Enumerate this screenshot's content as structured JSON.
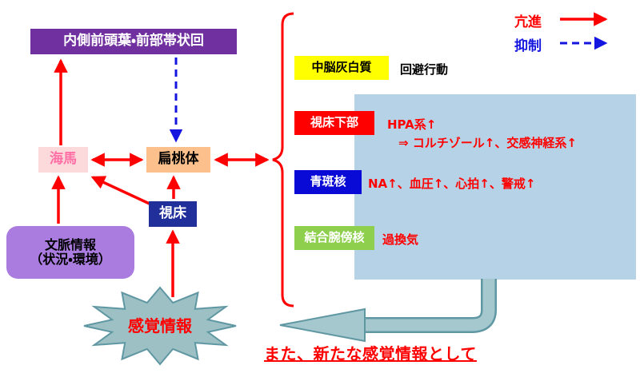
{
  "legend": {
    "excite": "亢進",
    "inhibit": "抑制"
  },
  "nodes": {
    "mpfc": "内側前頭葉・前部帯状回",
    "hippocampus": "海馬",
    "amygdala": "扁桃体",
    "thalamus": "視床",
    "context_line1": "文脈情報",
    "context_line2": "（状況・環境）",
    "sensory": "感覚情報"
  },
  "outputs": {
    "pag_label": "中脳灰白質",
    "pag_effect": "回避行動",
    "hypo_label": "視床下部",
    "hypo_effect1": "HPA系↑",
    "hypo_effect2": "⇒ コルチゾール↑、交感神経系↑",
    "lc_label": "青斑核",
    "lc_effect": "NA↑、血圧↑、心拍↑、警戒↑",
    "pb_label": "結合腕傍核",
    "pb_effect": "過換気"
  },
  "footer": {
    "note": "また、新たな感覚情報として"
  },
  "colors": {
    "excite_arrow": "#ff0000",
    "inhibit_arrow": "#1515e0",
    "mpfc_bg": "#7030a0",
    "hippocampus_bg": "#fcd9db",
    "hippocampus_text": "#ff70a6",
    "amygdala_bg": "#fbc08c",
    "thalamus_bg": "#202f9a",
    "context_bg": "#ab7ce0",
    "pag_bg": "#ffff00",
    "hypothalamus_bg": "#ff0000",
    "locus_coeruleus_bg": "#0a0ad6",
    "parabrachial_bg": "#8ed04e",
    "panel_bg": "#b5d2e6",
    "burst_fill": "#9dc0c4",
    "burst_stroke": "#5f97a3"
  }
}
